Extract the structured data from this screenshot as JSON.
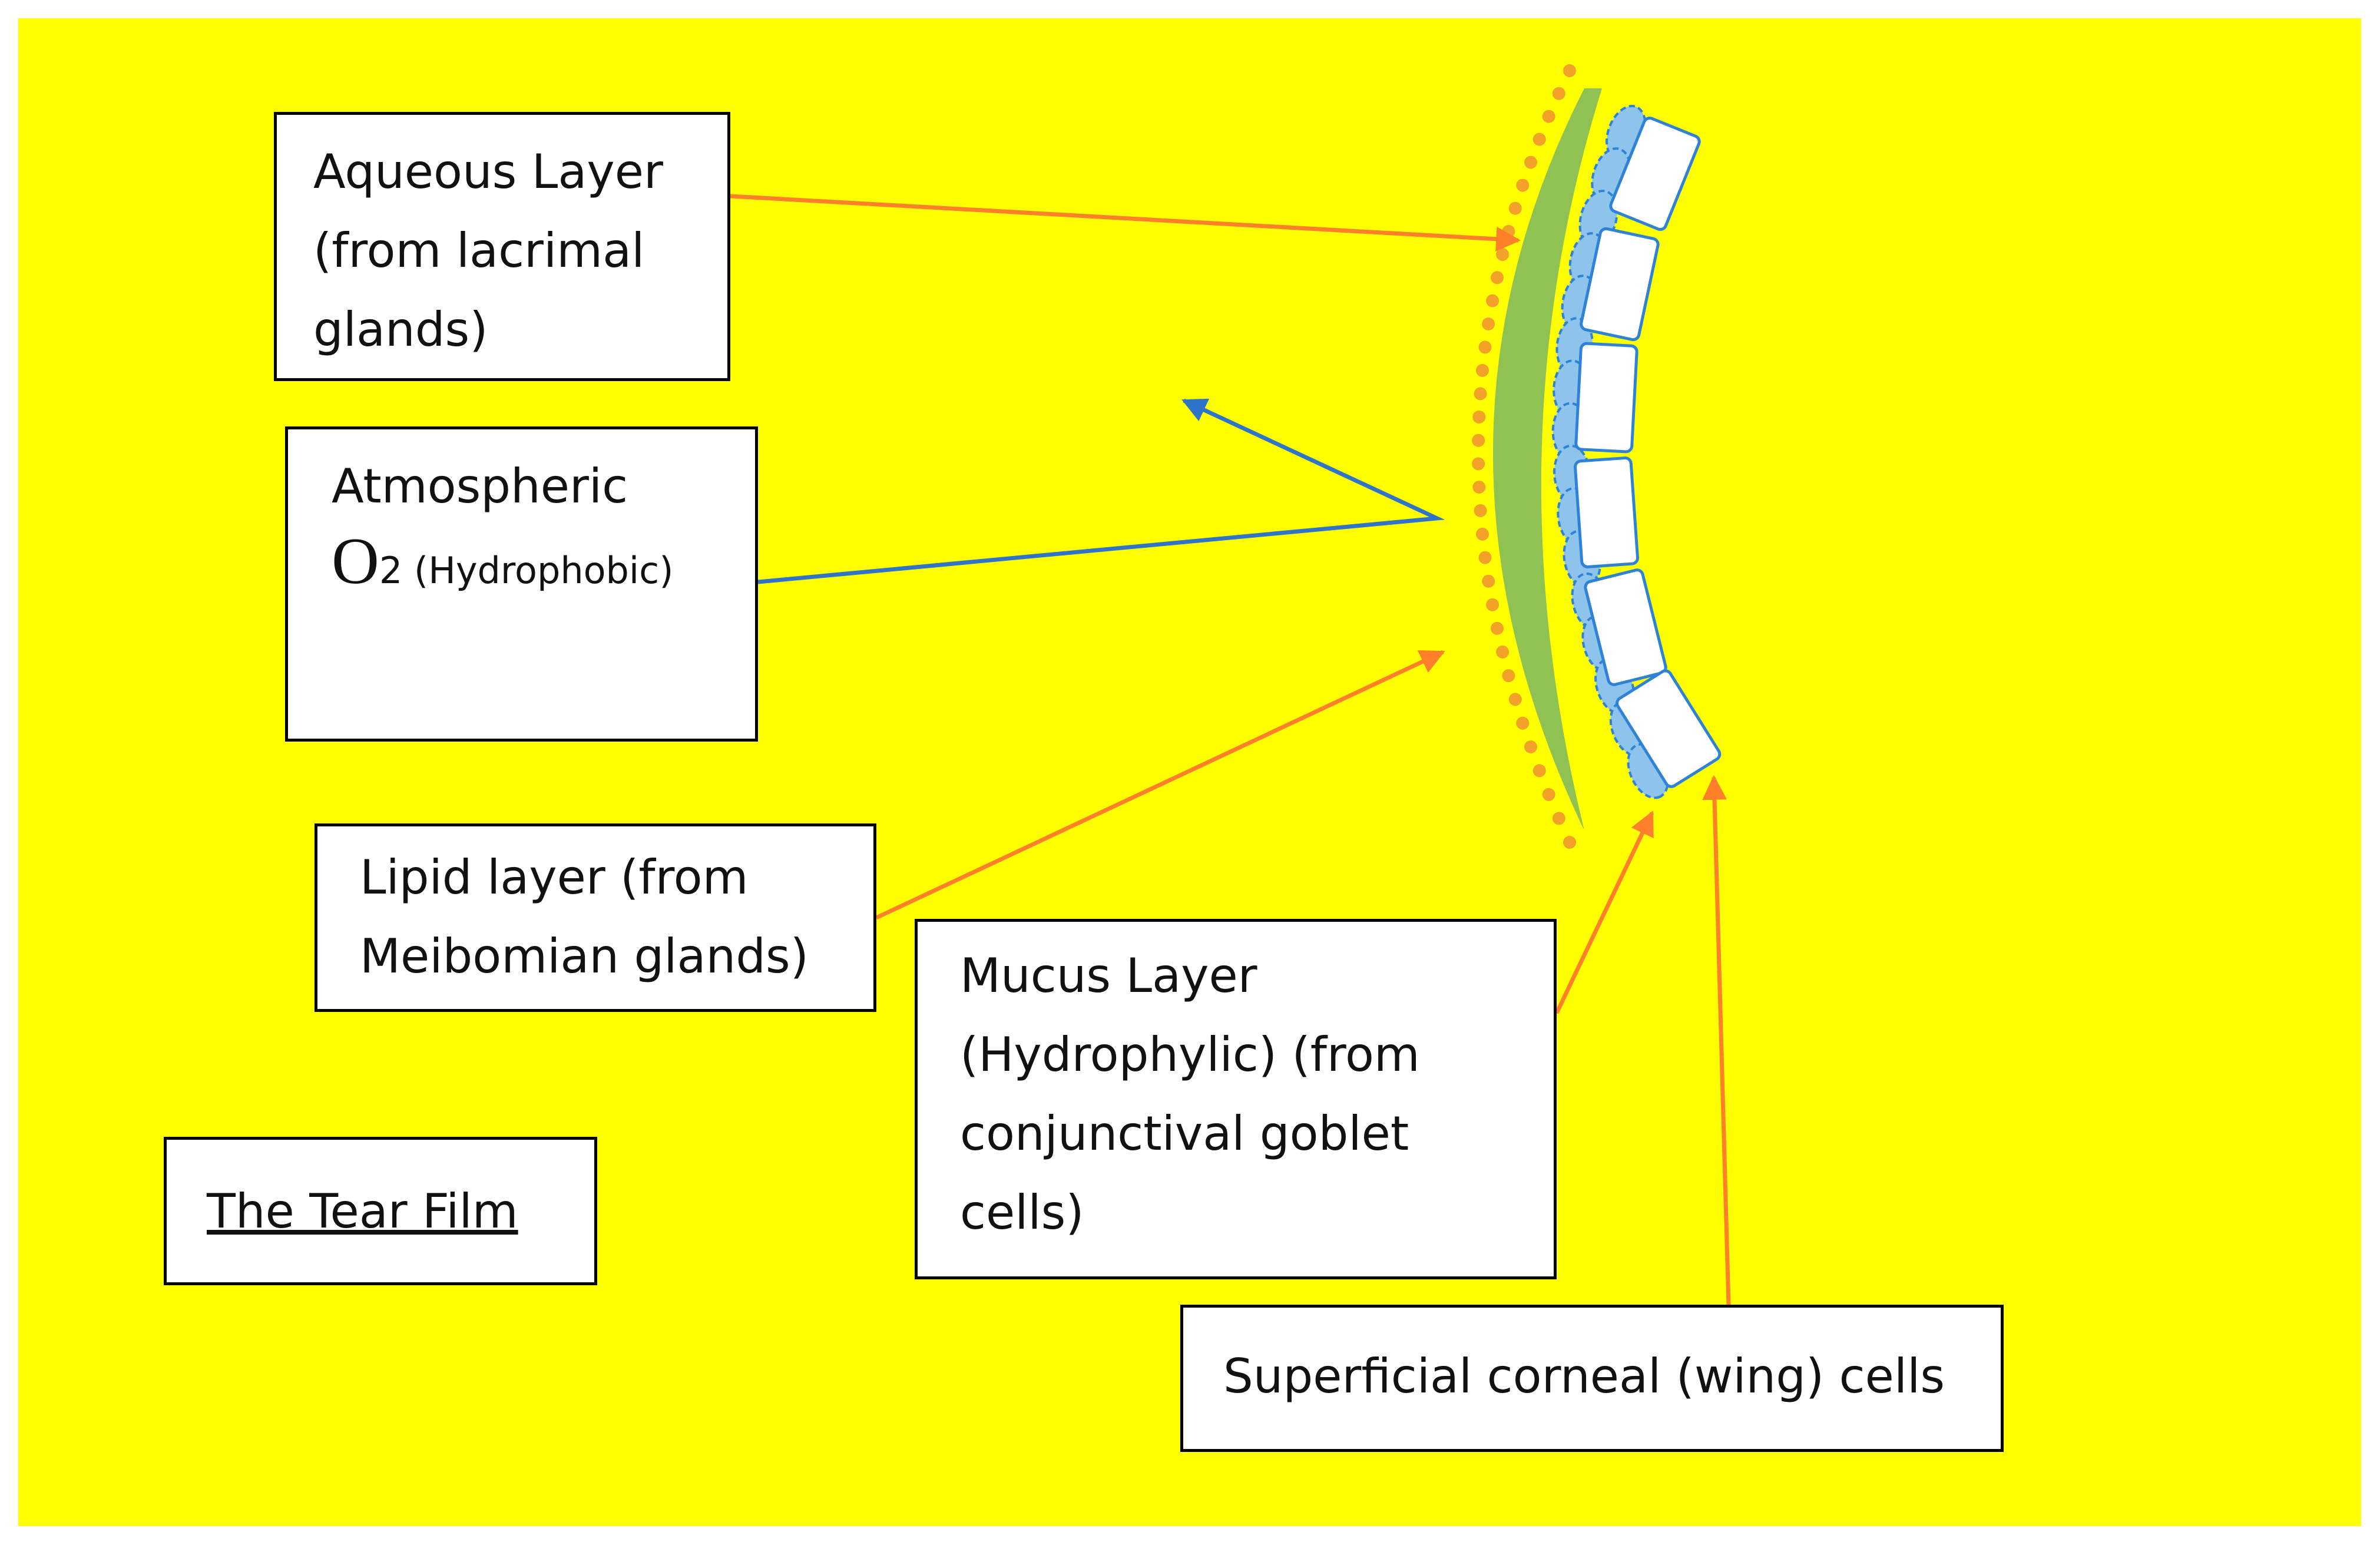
{
  "diagram": {
    "labels": {
      "aqueous": "Aqueous Layer\n(from lacrimal\nglands)",
      "atmospheric_line1": "Atmospheric",
      "o2_symbol": "O",
      "o2_subscript": "2 (Hydrophobic)",
      "lipid": "Lipid layer (from\nMeibomian glands)",
      "mucus": "Mucus Layer\n(Hydrophylic) (from\nconjunctival goblet\ncells)",
      "corneal": "Superficial corneal (wing) cells",
      "title": "The Tear Film"
    },
    "colors": {
      "background": "#ffff00",
      "orange_arrow": "#ff7f2a",
      "blue_arrow": "#2e75c9",
      "aqueous_green": "#8fc153",
      "lipid_dots": "#f2a229",
      "mucus_cells": "#8ec4ec",
      "cell_outline": "#2e83d6",
      "box_border": "#000000"
    }
  }
}
